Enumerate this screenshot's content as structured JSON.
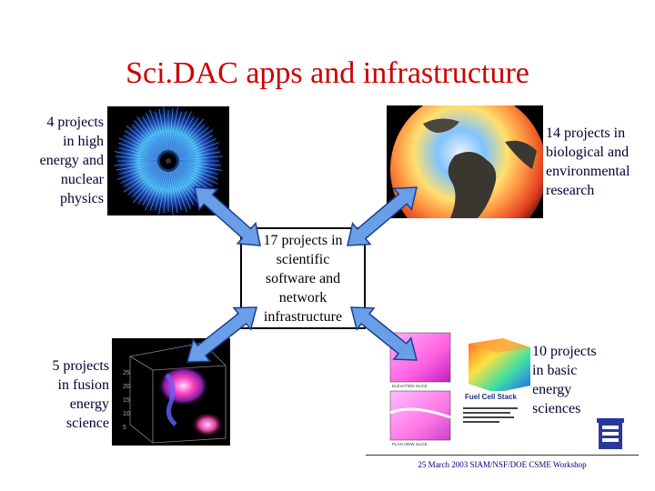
{
  "title": "Sci.DAC apps and infrastructure",
  "labels": {
    "top_left": [
      "4 projects",
      "in high",
      "energy and",
      "nuclear",
      "physics"
    ],
    "top_right": [
      "14 projects in",
      "biological and",
      "environmental",
      "research"
    ],
    "center": [
      "17 projects in",
      "scientific",
      "software and",
      "network",
      "infrastructure"
    ],
    "bottom_left": [
      "5 projects",
      "in fusion",
      "energy",
      "science"
    ],
    "bottom_right": [
      "10 projects",
      "in basic",
      "energy",
      "sciences"
    ]
  },
  "images": {
    "fuel_cell_title": "Fuel Cell Stack",
    "elevation_slice": "ELEVATION SLICE",
    "plan_view_slice": "PLAN VIEW SLICE"
  },
  "footer": "25 March 2003 SIAM/NSF/DOE CSME Workshop",
  "colors": {
    "title": "#cc0000",
    "arrow_fill": "#6a9fe8",
    "arrow_stroke": "#1a3f8f"
  }
}
